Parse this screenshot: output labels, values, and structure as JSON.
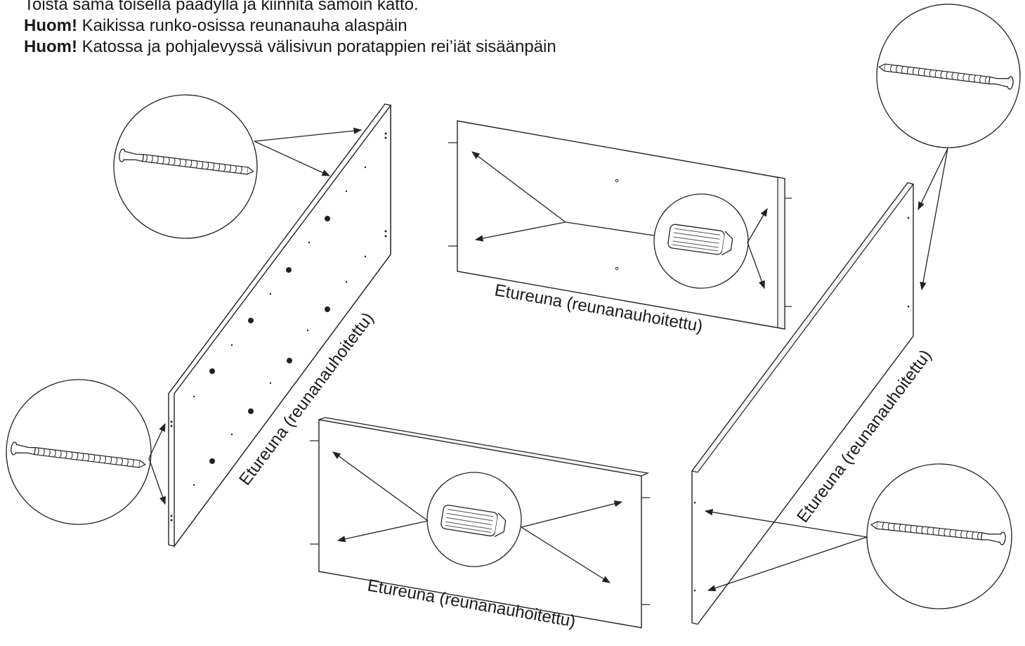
{
  "instructions": {
    "line1": "Toista sama toisella päädyllä ja kiinnitä samoin katto.",
    "line2_bold": "Huom!",
    "line2_text": " Kaikissa runko-osissa reunanauha alaspäin",
    "line3_bold": "Huom!",
    "line3_text": " Katossa ja pohjalevyssä välisivun poratappien rei’iät sisäänpäin"
  },
  "labels": {
    "left_panel": "Etureuna (reunanauhoitettu)",
    "top_panel": "Etureuna (reunanauhoitettu)",
    "bottom_panel": "Etureuna (reunanauhoitettu)",
    "right_panel": "Etureuna (reunanauhoitettu)"
  }
}
